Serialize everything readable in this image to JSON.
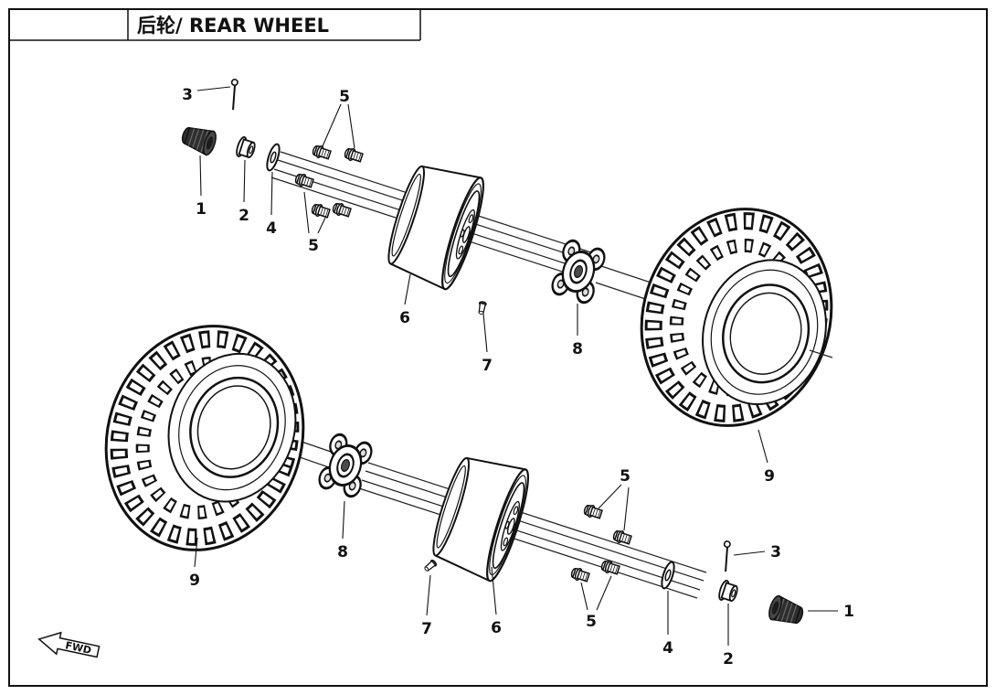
{
  "page": {
    "title": "后轮/ REAR WHEEL",
    "fwd_label": "FWD"
  },
  "callouts": [
    "3",
    "5",
    "1",
    "2",
    "4",
    "5",
    "6",
    "7",
    "8",
    "9",
    "9",
    "8",
    "7",
    "6",
    "5",
    "5",
    "4",
    "2",
    "3",
    "1"
  ],
  "colors": {
    "line": "#111111",
    "background": "#ffffff",
    "part_dark": "#2e2e2e"
  }
}
